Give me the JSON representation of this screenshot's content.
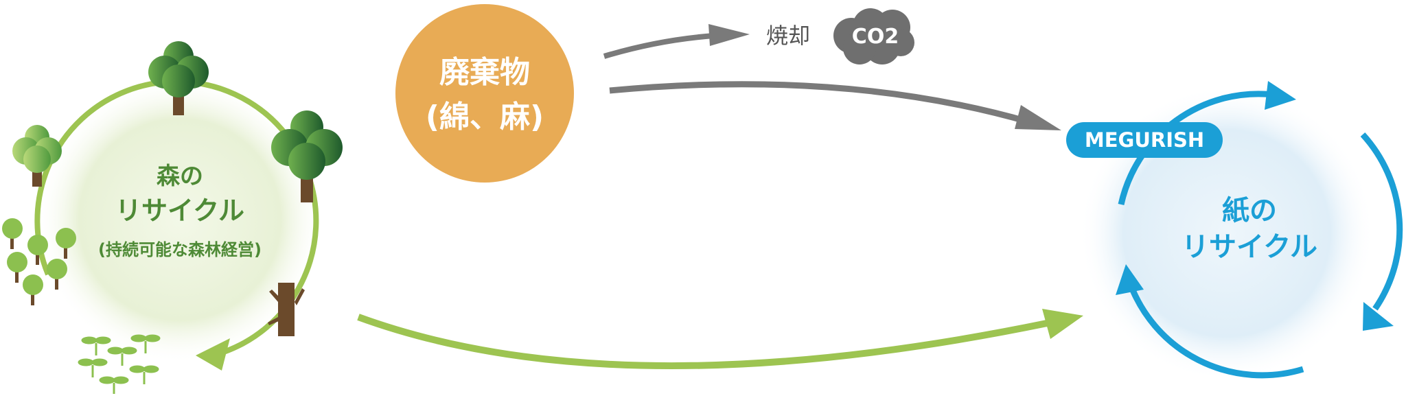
{
  "forest_cycle": {
    "title_line1": "森の",
    "title_line2": "リサイクル",
    "subtitle": "(持続可能な森林経営)"
  },
  "waste": {
    "line1": "廃棄物",
    "line2": "(綿、麻)"
  },
  "incineration": {
    "label": "焼却",
    "gas": "CO2"
  },
  "paper_cycle": {
    "badge": "MEGURISH",
    "title_line1": "紙の",
    "title_line2": "リサイクル"
  },
  "colors": {
    "forest_green": "#9dc451",
    "paper_blue": "#1b9fd6",
    "waste_orange": "#e8ab55",
    "arrow_gray": "#7a7a7a",
    "cloud_gray": "#6f6f6f"
  }
}
